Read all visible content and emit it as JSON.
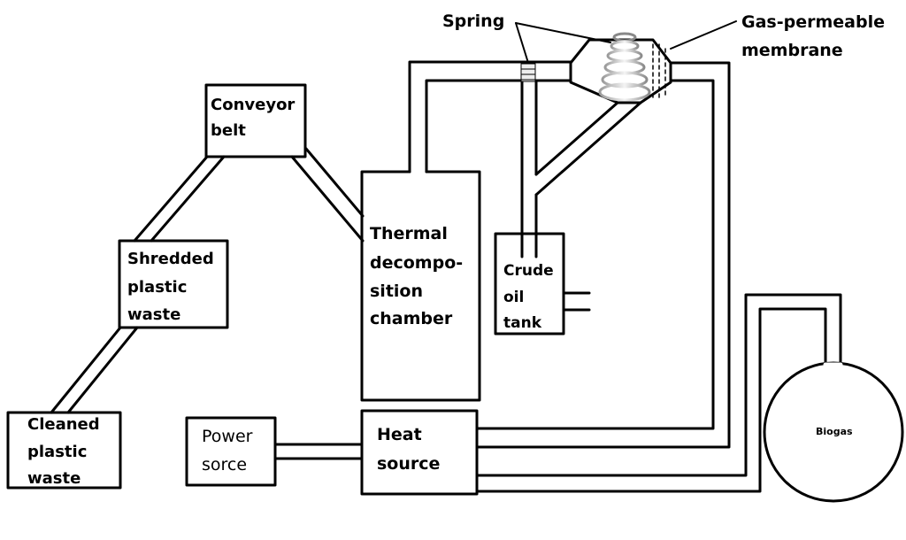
{
  "labels": {
    "spring": "Spring",
    "membrane_line1": "Gas-permeable",
    "membrane_line2": "membrane",
    "conveyor_line1": "Conveyor",
    "conveyor_line2": "belt",
    "shredded_line1": "Shredded",
    "shredded_line2": "plastic",
    "shredded_line3": "waste",
    "cleaned_line1": "Cleaned",
    "cleaned_line2": "plastic",
    "cleaned_line3": "waste",
    "thermal_line1": "Thermal",
    "thermal_line2": "decompo-",
    "thermal_line3": "sition",
    "thermal_line4": "chamber",
    "crude_line1": "Crude",
    "crude_line2": "oil",
    "crude_line3": "tank",
    "power_line1": "Power",
    "power_line2": "sorce",
    "heat_line1": "Heat",
    "heat_line2": "source",
    "biogas": "Biogas"
  }
}
